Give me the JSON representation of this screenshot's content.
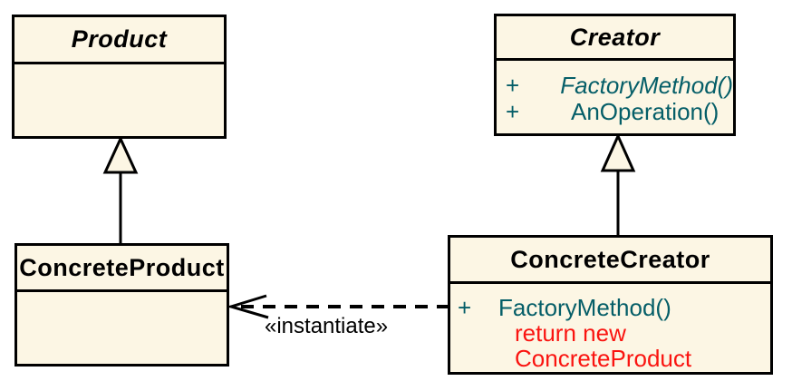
{
  "colors": {
    "box_fill": "#FCF6E4",
    "box_border": "#000000",
    "method_text": "#055E68",
    "code_note_text": "#FA1410",
    "title_text": "#000000",
    "label_text": "#000000"
  },
  "classes": {
    "product": {
      "name": "Product",
      "abstract": true
    },
    "creator": {
      "name": "Creator",
      "abstract": true,
      "methods": [
        {
          "visibility": "+",
          "signature": "FactoryMethod()",
          "abstract": true
        },
        {
          "visibility": "+",
          "signature": "AnOperation()",
          "abstract": false
        }
      ]
    },
    "concrete_product": {
      "name": "ConcreteProduct",
      "abstract": false
    },
    "concrete_creator": {
      "name": "ConcreteCreator",
      "abstract": false,
      "methods": [
        {
          "visibility": "+",
          "signature": "FactoryMethod()",
          "abstract": false
        }
      ],
      "annotation_lines": [
        "return new",
        "ConcreteProduct"
      ]
    }
  },
  "relations": {
    "generalizations": [
      {
        "from": "ConcreteProduct",
        "to": "Product"
      },
      {
        "from": "ConcreteCreator",
        "to": "Creator"
      }
    ],
    "dependency": {
      "from": "ConcreteCreator",
      "to": "ConcreteProduct",
      "style": "dashed-open-arrow",
      "label": "«instantiate»"
    },
    "instantiate_label": "«instantiate»"
  }
}
